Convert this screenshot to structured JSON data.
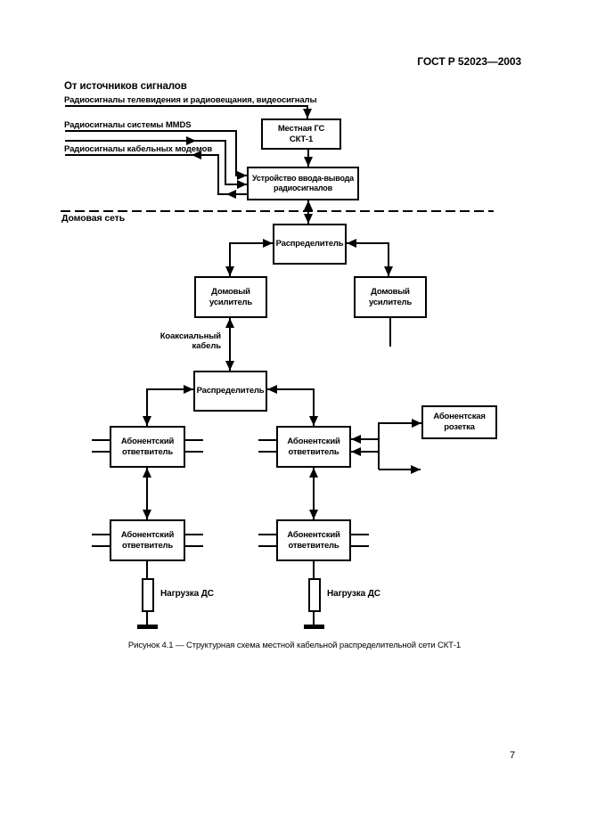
{
  "page": {
    "header": "ГОСТ Р 52023—2003",
    "figure_caption": "Рисунок 4.1 — Структурная схема местной кабельной распределительной сети СКТ-1",
    "page_number": "7"
  },
  "signal_sources": {
    "heading": "От источников сигналов",
    "tv_line_label": "Радиосигналы телевидения и радиовещания, видеосигналы",
    "mmds_line_label": "Радиосигналы системы MMDS",
    "cable_modem_line_label": "Радиосигналы кабельных модемов"
  },
  "home_network": {
    "divider_label": "Домовая сеть",
    "coax_cable_label": "Коаксиальный\nкабель",
    "load_label": "Нагрузка ДС"
  },
  "blocks": {
    "headend": "Местная ГС\nСКТ-1",
    "io_device": "Устройство ввода-вывода\nрадиосигналов",
    "distributor": "Распределитель",
    "house_amplifier": "Домовый\nусилитель",
    "subscriber_tap": "Абонентский\nответвитель",
    "subscriber_outlet": "Абонентская\nрозетка"
  },
  "colors": {
    "line": "#000000",
    "background": "#ffffff"
  }
}
